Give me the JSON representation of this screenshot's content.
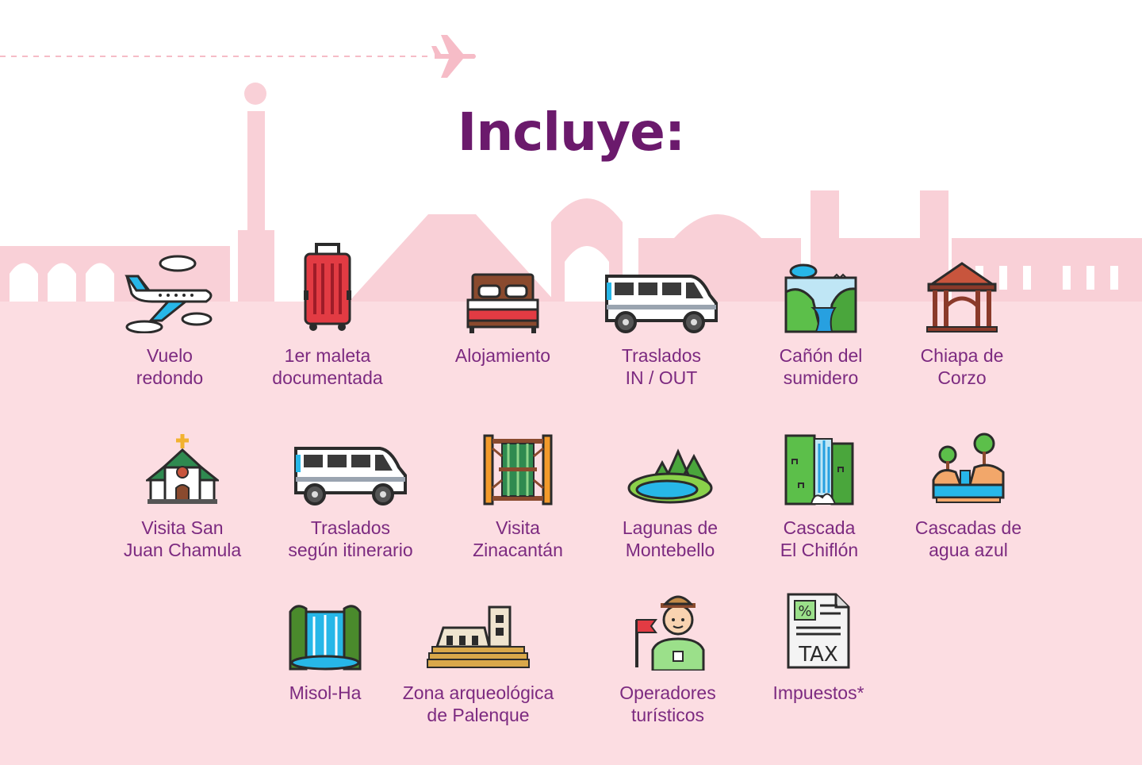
{
  "title": "Incluye:",
  "colors": {
    "title": "#6b1a6c",
    "label": "#7c2a80",
    "background_band": "#fcdde2",
    "skyline": "#f9d0d7"
  },
  "items": [
    {
      "icon": "airplane-icon",
      "lines": [
        "Vuelo",
        "redondo"
      ]
    },
    {
      "icon": "suitcase-icon",
      "lines": [
        "1er maleta",
        "documentada"
      ]
    },
    {
      "icon": "bed-icon",
      "lines": [
        "Alojamiento"
      ]
    },
    {
      "icon": "van-icon",
      "lines": [
        "Traslados",
        "IN / OUT"
      ]
    },
    {
      "icon": "canyon-icon",
      "lines": [
        "Cañón del",
        "sumidero"
      ]
    },
    {
      "icon": "gazebo-icon",
      "lines": [
        "Chiapa de",
        "Corzo"
      ]
    },
    {
      "icon": "church-icon",
      "lines": [
        "Visita San",
        "Juan Chamula"
      ]
    },
    {
      "icon": "van-icon",
      "lines": [
        "Traslados",
        "según itinerario"
      ]
    },
    {
      "icon": "loom-icon",
      "lines": [
        "Visita",
        "Zinacantán"
      ]
    },
    {
      "icon": "lake-icon",
      "lines": [
        "Lagunas de",
        "Montebello"
      ]
    },
    {
      "icon": "waterfall-icon",
      "lines": [
        "Cascada",
        "El Chiflón"
      ]
    },
    {
      "icon": "blue-waterfall-icon",
      "lines": [
        "Cascadas de",
        "agua azul"
      ]
    },
    {
      "icon": "waterfall-jungle-icon",
      "lines": [
        "Misol-Ha"
      ]
    },
    {
      "icon": "ruins-icon",
      "lines": [
        "Zona arqueológica",
        "de Palenque"
      ]
    },
    {
      "icon": "tour-guide-icon",
      "lines": [
        "Operadores",
        "turísticos"
      ]
    },
    {
      "icon": "tax-document-icon",
      "lines": [
        "Impuestos*"
      ]
    }
  ]
}
